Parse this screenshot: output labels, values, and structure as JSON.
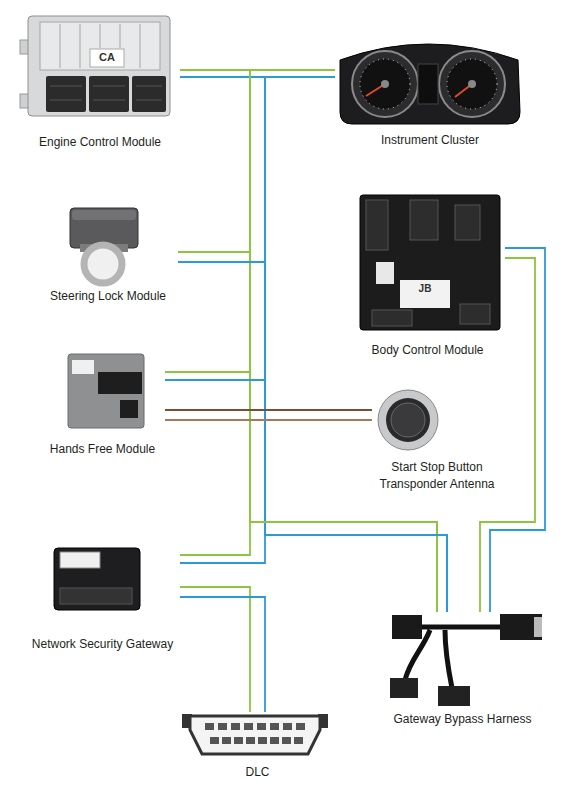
{
  "diagram": {
    "nodes": [
      {
        "text": [
          "Engine Control Module"
        ]
      },
      {
        "text": [
          "Instrument Cluster"
        ]
      },
      {
        "text": [
          "Steering Lock Module"
        ]
      },
      {
        "text": [
          "Body Control Module"
        ]
      },
      {
        "text": [
          "Hands Free Module"
        ]
      },
      {
        "text": [
          "Start Stop Button Transponder Antenna"
        ]
      },
      {
        "text": [
          "Network Security Gateway"
        ]
      },
      {
        "text": [
          "Gateway Bypass Harness"
        ]
      },
      {
        "text": [
          "DLC"
        ]
      }
    ],
    "edges": [
      {
        "from": 0,
        "to": 7,
        "arrow": "none"
      },
      {
        "from": 1,
        "to": 7,
        "arrow": "none"
      },
      {
        "from": 2,
        "to": 7,
        "arrow": "none"
      },
      {
        "from": 3,
        "to": 7,
        "arrow": "none"
      },
      {
        "from": 4,
        "to": 7,
        "arrow": "none"
      },
      {
        "from": 4,
        "to": 5,
        "arrow": "none"
      },
      {
        "from": 6,
        "to": 7,
        "arrow": "none"
      },
      {
        "from": 6,
        "to": 8,
        "arrow": "none"
      }
    ],
    "labels": [
      "CA",
      "JB"
    ]
  }
}
